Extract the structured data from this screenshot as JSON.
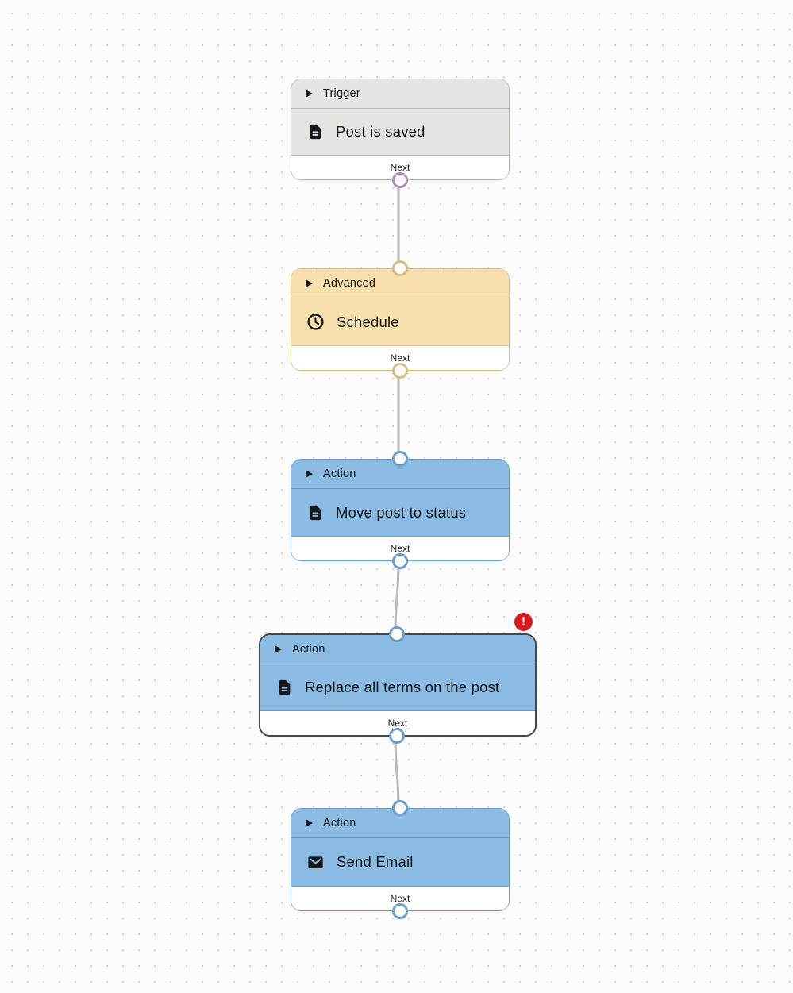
{
  "canvas": {
    "background_color": "#fcfcfc",
    "dot_color": "#d6d6d6",
    "edge_color": "#b9b9b9"
  },
  "nodes": [
    {
      "category": "Trigger",
      "title": "Post is saved",
      "icon": "document-icon",
      "footer_label": "Next",
      "fill": "#e1e7e0",
      "border": "#b2b8b1",
      "connector_ring": "#b18cbe",
      "has_error": false
    },
    {
      "category": "Advanced",
      "title": "Schedule",
      "icon": "clock-icon",
      "footer_label": "Next",
      "fill": "#f7dfae",
      "border": "#d9bc85",
      "connector_ring": "#d9bc85",
      "has_error": false
    },
    {
      "category": "Action",
      "title": "Move post to status",
      "icon": "document-icon",
      "footer_label": "Next",
      "fill": "#8bbae2",
      "border": "#6d9dc8",
      "connector_ring": "#6d9dc8",
      "has_error": false
    },
    {
      "category": "Action",
      "title": "Replace all terms on the post",
      "icon": "document-icon",
      "footer_label": "Next",
      "fill": "#8bbae2",
      "border": "#43474c",
      "connector_ring": "#6d9dc8",
      "has_error": true,
      "selected": true,
      "error_badge": {
        "glyph": "!",
        "color": "#d61a21"
      }
    },
    {
      "category": "Action",
      "title": "Send Email",
      "icon": "envelope-icon",
      "footer_label": "Next",
      "fill": "#8bbae2",
      "border": "#6d9dc8",
      "connector_ring": "#6d9dc8",
      "has_error": false
    }
  ]
}
